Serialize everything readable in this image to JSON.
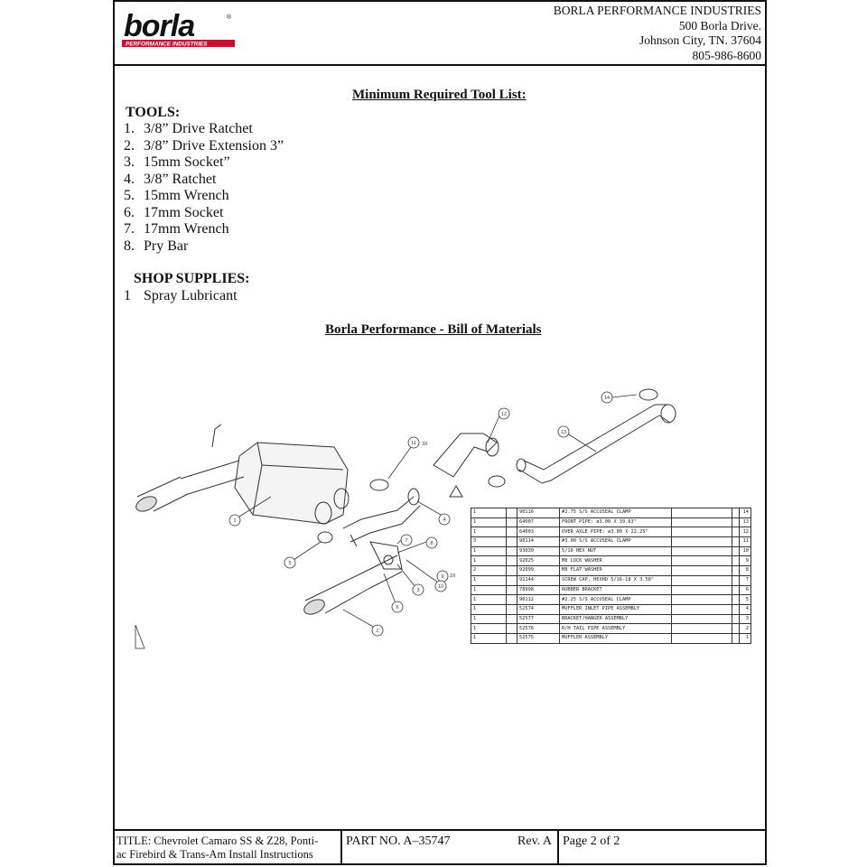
{
  "header": {
    "logo_text": "borla",
    "logo_tagline": "PERFORMANCE INDUSTRIES",
    "company": "BORLA PERFORMANCE INDUSTRIES",
    "street": "500 Borla  Drive.",
    "city": "Johnson City, TN. 37604",
    "phone": "805-986-8600"
  },
  "tool_list": {
    "title": "Minimum Required Tool List:",
    "tools_heading": "TOOLS:",
    "tools": [
      {
        "num": "1.",
        "label": "3/8” Drive Ratchet"
      },
      {
        "num": "2.",
        "label": "3/8” Drive Extension 3”"
      },
      {
        "num": "3.",
        "label": "15mm Socket”"
      },
      {
        "num": "4.",
        "label": "3/8” Ratchet"
      },
      {
        "num": "5.",
        "label": "15mm Wrench"
      },
      {
        "num": "6.",
        "label": "17mm Socket"
      },
      {
        "num": "7.",
        "label": "17mm Wrench"
      },
      {
        "num": "8.",
        "label": "Pry Bar"
      }
    ],
    "supplies_heading": "SHOP SUPPLIES:",
    "supplies": [
      {
        "num": "1",
        "label": "Spray Lubricant"
      }
    ]
  },
  "bom": {
    "title": "Borla Performance - Bill of Materials",
    "rows": [
      {
        "qty": "1",
        "part": "90116",
        "desc": "#2.75 S/S ACCUSEAL CLAMP",
        "item": "14"
      },
      {
        "qty": "1",
        "part": "64007",
        "desc": "FRONT PIPE: ø3.00 X 39.63\"",
        "item": "13"
      },
      {
        "qty": "1",
        "part": "64003",
        "desc": "OVER AXLE PIPE: ø3.00 X 22.25\"",
        "item": "12"
      },
      {
        "qty": "3",
        "part": "90114",
        "desc": "#3.00 S/S ACCUSEAL CLAMP",
        "item": "11"
      },
      {
        "qty": "1",
        "part": "93030",
        "desc": "5/16 HEX NUT",
        "item": "10"
      },
      {
        "qty": "1",
        "part": "92025",
        "desc": "M8 LOCK WASHER",
        "item": "9"
      },
      {
        "qty": "2",
        "part": "92099",
        "desc": "M8 FLAT WASHER",
        "item": "8"
      },
      {
        "qty": "1",
        "part": "91144",
        "desc": "SCREW CAP, HEXHD 5/16-18 X 3.50\"",
        "item": "7"
      },
      {
        "qty": "1",
        "part": "78998",
        "desc": "RUBBER BRACKET",
        "item": "6"
      },
      {
        "qty": "1",
        "part": "90112",
        "desc": "#2.25 S/S ACCUSEAL CLAMP",
        "item": "5"
      },
      {
        "qty": "1",
        "part": "52574",
        "desc": "MUFFLER INLET PIPE ASSEMBLY",
        "item": "4"
      },
      {
        "qty": "1",
        "part": "52577",
        "desc": "BRACKET/HANGER ASSEMBLY",
        "item": "3"
      },
      {
        "qty": "1",
        "part": "52576",
        "desc": "R/H TAIL PIPE ASSEMBLY",
        "item": "2"
      },
      {
        "qty": "1",
        "part": "52575",
        "desc": "MUFFLER ASSEMBLY",
        "item": "1"
      }
    ]
  },
  "diagram": {
    "callouts": [
      "1",
      "2",
      "3",
      "4",
      "5",
      "6",
      "7",
      "8",
      "9",
      "10",
      "11",
      "12",
      "13",
      "14"
    ],
    "qty_2x": "2X",
    "qty_3x": "3X"
  },
  "footer": {
    "title_line1": "TITLE: Chevrolet Camaro SS & Z28, Ponti-",
    "title_line2": "ac Firebird & Trans-Am Install Instructions",
    "part_no": "PART NO. A–35747",
    "rev": "Rev. A",
    "page": "Page 2 of 2"
  }
}
